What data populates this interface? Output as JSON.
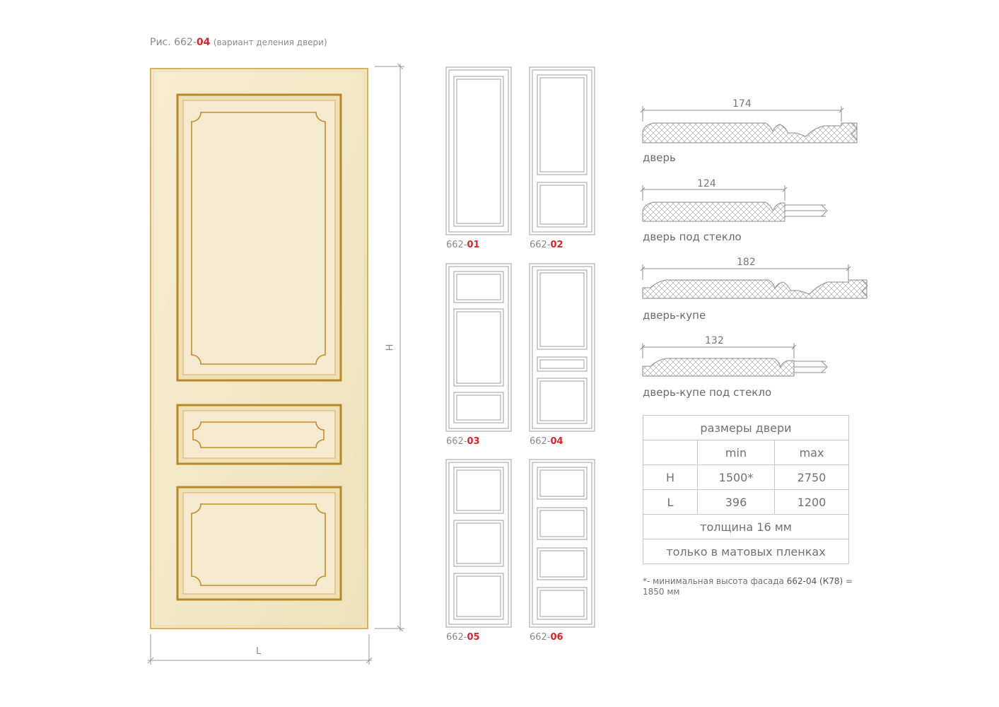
{
  "caption": {
    "prefix": "Рис. 662-",
    "code": "04",
    "note": "(вариант деления двери)"
  },
  "dimension_labels": {
    "height": "H",
    "width": "L"
  },
  "variants": [
    {
      "prefix": "662-",
      "code": "01"
    },
    {
      "prefix": "662-",
      "code": "02"
    },
    {
      "prefix": "662-",
      "code": "03"
    },
    {
      "prefix": "662-",
      "code": "04"
    },
    {
      "prefix": "662-",
      "code": "05"
    },
    {
      "prefix": "662-",
      "code": "06"
    }
  ],
  "profiles": [
    {
      "title": "дверь",
      "dimension": "174"
    },
    {
      "title": "дверь под стекло",
      "dimension": "124"
    },
    {
      "title": "дверь-купе",
      "dimension": "182"
    },
    {
      "title": "дверь-купе под стекло",
      "dimension": "132"
    }
  ],
  "sizes_table": {
    "title": "размеры двери",
    "col_min": "min",
    "col_max": "max",
    "rows": [
      {
        "label": "H",
        "min": "1500*",
        "max": "2750"
      },
      {
        "label": "L",
        "min": "396",
        "max": "1200"
      }
    ],
    "thickness": "толщина 16 мм",
    "finish": "только в матовых пленках"
  },
  "footnote": {
    "text1": "*- минимальная высота фасада ",
    "code": "662-04 (К78)",
    "text2": " = 1850 мм"
  },
  "colors": {
    "door_fill": "#f3e7c6",
    "gold": "#c99a2e",
    "accent_red": "#d8242a",
    "line_gray": "#9a9a9a"
  }
}
